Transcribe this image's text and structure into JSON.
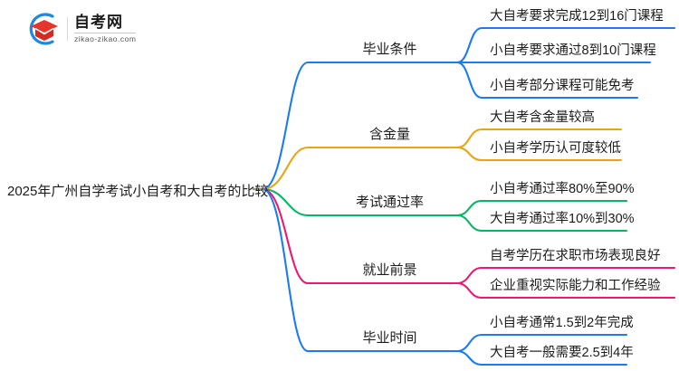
{
  "logo": {
    "name": "zikao-logo",
    "title": "自考网",
    "subtitle": "zikao-zikao.com",
    "mark_icon": "graduation-cap-icon",
    "arc_color": "#1e88e5",
    "cap_color": "#e8352b"
  },
  "mindmap": {
    "root": {
      "label": "2025年广州自学考试小自考和大自考的比较"
    },
    "branches": [
      {
        "label": "毕业条件",
        "color": "#1a7cf0",
        "leaves": [
          "大自考要求完成12到16门课程",
          "小自考要求通过8到10门课程",
          "小自考部分课程可能免考"
        ]
      },
      {
        "label": "含金量",
        "color": "#eda410",
        "leaves": [
          "大自考含金量较高",
          "小自考学历认可度较低"
        ]
      },
      {
        "label": "考试通过率",
        "color": "#06b665",
        "leaves": [
          "小自考通过率80%至90%",
          "大自考通过率10%到30%"
        ]
      },
      {
        "label": "就业前景",
        "color": "#f0186e",
        "leaves": [
          "自考学历在求职市场表现良好",
          "企业重视实际能力和工作经验"
        ]
      },
      {
        "label": "毕业时间",
        "color": "#1a7cf0",
        "leaves": [
          "小自考通常1.5到2年完成",
          "大自考一般需要2.5到4年"
        ]
      }
    ]
  }
}
